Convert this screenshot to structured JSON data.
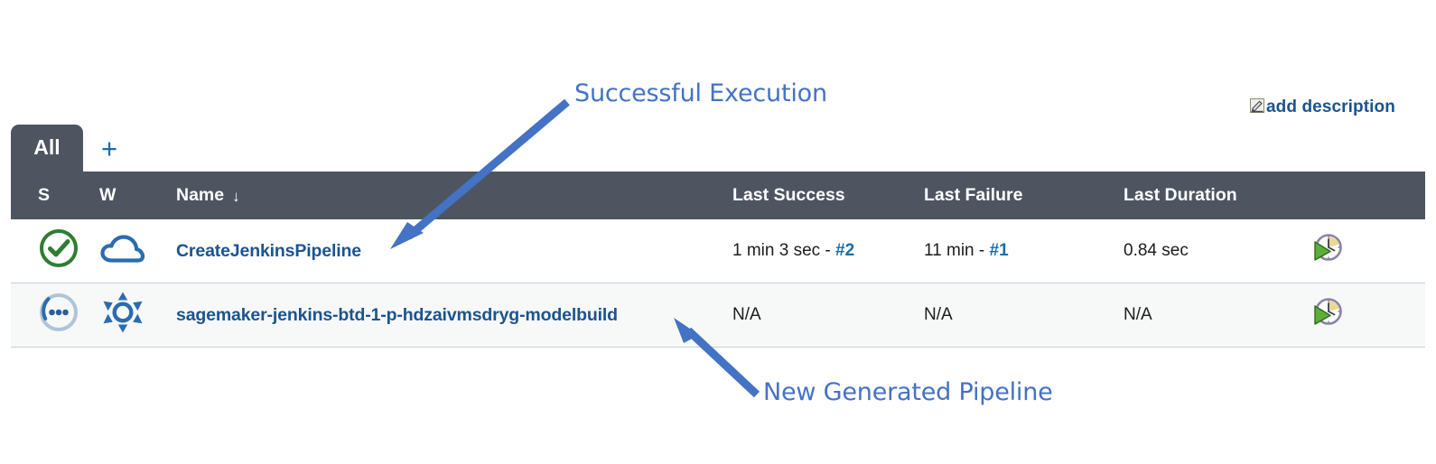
{
  "page": {
    "add_description": {
      "label": "add description",
      "icon": "edit-pencil-icon"
    }
  },
  "tabs": {
    "items": [
      {
        "label": "All",
        "active": true
      }
    ],
    "add_tab_label": "+"
  },
  "table": {
    "columns": [
      {
        "key": "s",
        "label": "S"
      },
      {
        "key": "w",
        "label": "W"
      },
      {
        "key": "name",
        "label": "Name",
        "sort": "↓"
      },
      {
        "key": "last_success",
        "label": "Last Success"
      },
      {
        "key": "last_failure",
        "label": "Last Failure"
      },
      {
        "key": "last_duration",
        "label": "Last Duration"
      },
      {
        "key": "actions",
        "label": ""
      }
    ],
    "rows": [
      {
        "status_icon": "status-success-icon",
        "weather_icon": "weather-cloudy-icon",
        "name": "CreateJenkinsPipeline",
        "last_success_time": "1 min 3 sec - ",
        "last_success_build": "#2",
        "last_failure_time": "11 min - ",
        "last_failure_build": "#1",
        "last_duration": "0.84 sec",
        "action_icon": "schedule-build-icon"
      },
      {
        "status_icon": "status-pending-icon",
        "weather_icon": "weather-sunny-icon",
        "name": "sagemaker-jenkins-btd-1-p-hdzaivmsdryg-modelbuild",
        "last_success_time": "N/A",
        "last_success_build": "",
        "last_failure_time": "N/A",
        "last_failure_build": "",
        "last_duration": "N/A",
        "action_icon": "schedule-build-icon"
      }
    ]
  },
  "annotations": [
    {
      "text": "Successful Execution",
      "points_to": "status-success-icon"
    },
    {
      "text": "New Generated Pipeline",
      "points_to": "job-name-row-2"
    }
  ],
  "colors": {
    "header_bar": "#4e5561",
    "link_blue": "#1b548f",
    "annotation_blue": "#4472c4",
    "success_green": "#2e7d32",
    "pending_blue": "#a8c4d9",
    "row_alt_bg": "#f7f8f8"
  }
}
